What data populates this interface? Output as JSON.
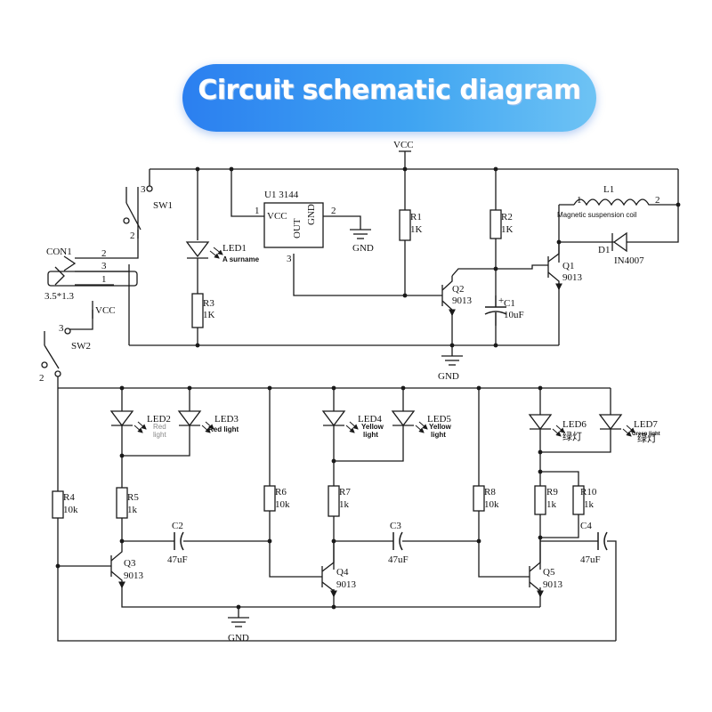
{
  "title": "Circuit schematic diagram",
  "labels": {
    "vcc_top": "VCC",
    "sw1": "SW1",
    "sw1_pin3": "3",
    "sw1_pin2": "2",
    "sw2": "SW2",
    "sw2_pin3": "3",
    "sw2_pin2": "2",
    "con1": "CON1",
    "con1_pin2": "2",
    "con1_pin3": "3",
    "con1_pin1": "1",
    "con1_type": "3.5*1.3",
    "vcc_left": "VCC",
    "u1_name": "U1  3144",
    "u1_vcc": "VCC",
    "u1_out": "OUT",
    "u1_gnd": "GND",
    "u1_pin1": "1",
    "u1_pin2": "2",
    "u1_pin3": "3",
    "gnd_u1": "GND",
    "led1": "LED1",
    "led1_note": "A surname",
    "r3": "R3",
    "r3_val": "1K",
    "r1": "R1",
    "r1_val": "1K",
    "r2": "R2",
    "r2_val": "1K",
    "l1": "L1",
    "l1_pin1": "1",
    "l1_pin2": "2",
    "coil_note": "Magnetic suspension coil",
    "d1": "D1",
    "d1_val": "IN4007",
    "q1": "Q1",
    "q1_val": "9013",
    "q2": "Q2",
    "q2_val": "9013",
    "c1": "C1",
    "c1_val": "10uF",
    "c1_plus": "+",
    "gnd_mid": "GND",
    "led2": "LED2",
    "led2_note1": "Red",
    "led2_note2": "light",
    "led3": "LED3",
    "led3_note": "Red light",
    "led4": "LED4",
    "led4_note1": "Yellow",
    "led4_note2": "light",
    "led5": "LED5",
    "led5_note1": "Yellow",
    "led5_note2": "light",
    "led6": "LED6",
    "led6_cn": "绿灯",
    "led7": "LED7",
    "led7_note": "Green light",
    "led7_cn": "绿灯",
    "r4": "R4",
    "r4_val": "10k",
    "r5": "R5",
    "r5_val": "1k",
    "r6": "R6",
    "r6_val": "10k",
    "r7": "R7",
    "r7_val": "1k",
    "r8": "R8",
    "r8_val": "10k",
    "r9": "R9",
    "r9_val": "1k",
    "r10": "R10",
    "r10_val": "1k",
    "c2": "C2",
    "c2_val": "47uF",
    "c3": "C3",
    "c3_val": "47uF",
    "c4": "C4",
    "c4_val": "47uF",
    "q3": "Q3",
    "q3_val": "9013",
    "q4": "Q4",
    "q4_val": "9013",
    "q5": "Q5",
    "q5_val": "9013",
    "gnd_bottom": "GND"
  },
  "colors": {
    "wire": "#1a1a1a",
    "title_pill_start": "#2b7ff0",
    "title_pill_end": "#6ec3f4",
    "title_text": "#ffffff"
  }
}
